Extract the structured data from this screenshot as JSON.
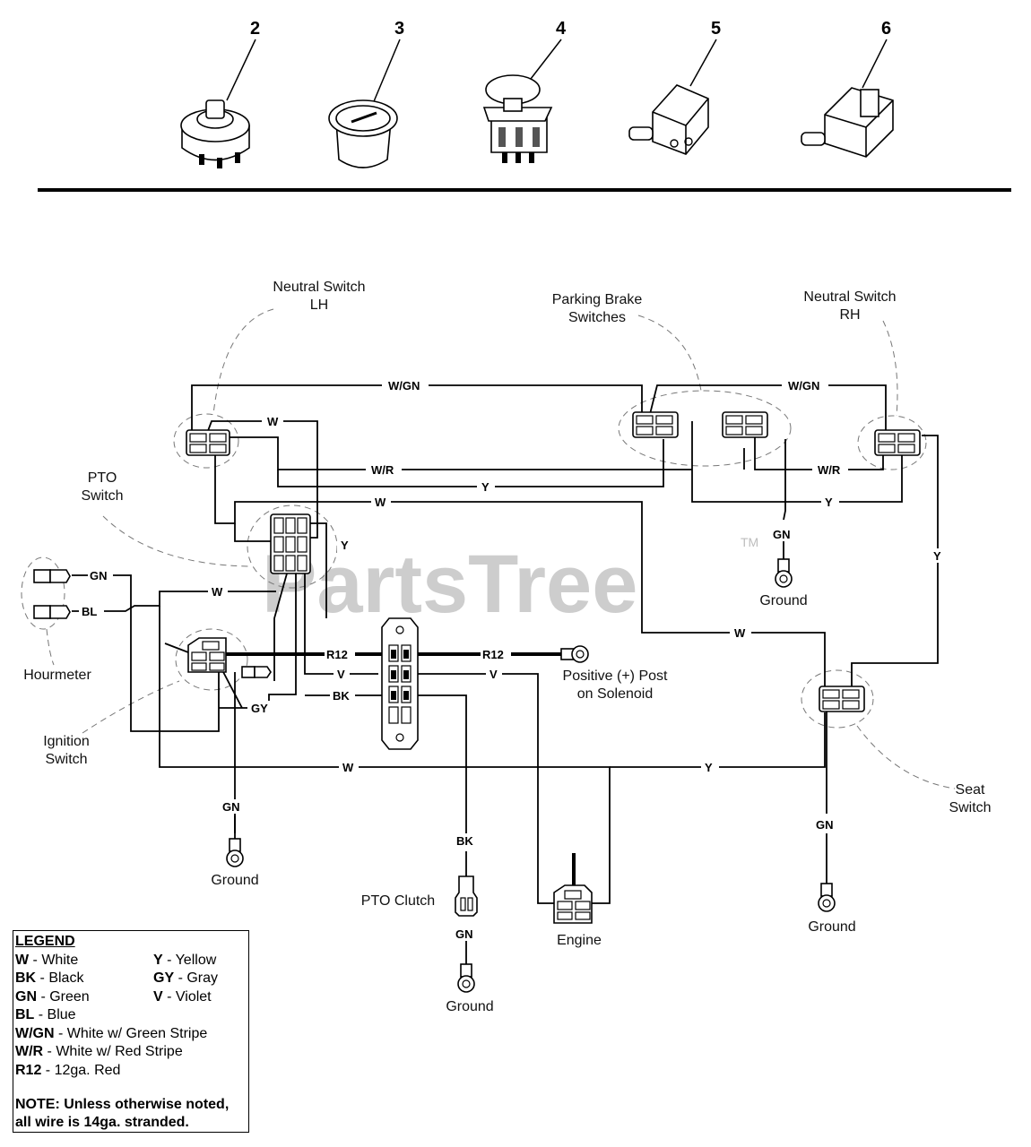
{
  "watermark": {
    "brand": "PartsTree",
    "tm": "TM"
  },
  "parts": [
    {
      "num": "2",
      "icon": "key-switch-icon"
    },
    {
      "num": "3",
      "icon": "hourmeter-icon"
    },
    {
      "num": "4",
      "icon": "pto-switch-icon"
    },
    {
      "num": "5",
      "icon": "plunger-switch-icon"
    },
    {
      "num": "6",
      "icon": "plunger-switch-icon"
    }
  ],
  "labels": {
    "neutral_lh_1": "Neutral Switch",
    "neutral_lh_2": "LH",
    "parking_1": "Parking Brake",
    "parking_2": "Switches",
    "neutral_rh_1": "Neutral Switch",
    "neutral_rh_2": "RH",
    "pto_sw_1": "PTO",
    "pto_sw_2": "Switch",
    "hourmeter": "Hourmeter",
    "ignition_1": "Ignition",
    "ignition_2": "Switch",
    "positive_1": "Positive (+) Post",
    "positive_2": "on Solenoid",
    "seat_1": "Seat",
    "seat_2": "Switch",
    "ground": "Ground",
    "pto_clutch": "PTO Clutch",
    "engine": "Engine"
  },
  "wires": {
    "w": "W",
    "y": "Y",
    "gn": "GN",
    "bl": "BL",
    "bk": "BK",
    "v": "V",
    "gy": "GY",
    "r12": "R12",
    "wgn": "W/GN",
    "wr": "W/R"
  },
  "legend": {
    "title": "LEGEND",
    "rows": [
      {
        "a_code": "W",
        "a_desc": " - White",
        "b_code": "Y",
        "b_desc": " - Yellow"
      },
      {
        "a_code": "BK",
        "a_desc": " - Black",
        "b_code": "GY",
        "b_desc": " - Gray"
      },
      {
        "a_code": "GN",
        "a_desc": " - Green",
        "b_code": "V",
        "b_desc": " - Violet"
      }
    ],
    "single": [
      {
        "code": "BL",
        "desc": " - Blue"
      },
      {
        "code": "W/GN",
        "desc": " - White w/ Green Stripe"
      },
      {
        "code": "W/R",
        "desc": " - White w/ Red Stripe"
      },
      {
        "code": "R12",
        "desc": " - 12ga. Red"
      }
    ],
    "note_1": "NOTE: Unless otherwise noted,",
    "note_2": "all wire is 14ga. stranded."
  }
}
